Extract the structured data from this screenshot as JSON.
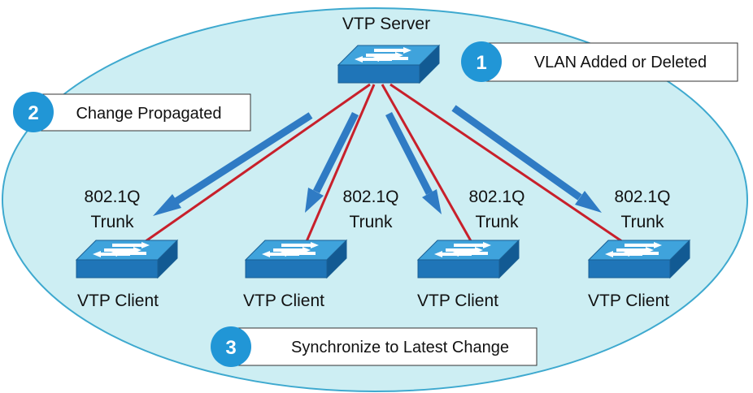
{
  "colors": {
    "domain_fill": "#cdeef3",
    "domain_stroke": "#3ea9cf",
    "trunk_line": "#c8202b",
    "propagation_arrow": "#2f7bc4",
    "switch_top": "#3fa3dc",
    "switch_front": "#1f75b8",
    "switch_side": "#125a93",
    "step_badge": "#2196d6"
  },
  "server": {
    "label": "VTP Server",
    "icon": "network-switch-icon"
  },
  "trunk_label": {
    "line1": "802.1Q",
    "line2": "Trunk"
  },
  "clients": [
    {
      "label": "VTP Client",
      "icon": "network-switch-icon"
    },
    {
      "label": "VTP Client",
      "icon": "network-switch-icon"
    },
    {
      "label": "VTP Client",
      "icon": "network-switch-icon"
    },
    {
      "label": "VTP Client",
      "icon": "network-switch-icon"
    }
  ],
  "steps": [
    {
      "number": "1",
      "text": "VLAN Added or Deleted"
    },
    {
      "number": "2",
      "text": "Change Propagated"
    },
    {
      "number": "3",
      "text": "Synchronize to Latest Change"
    }
  ]
}
